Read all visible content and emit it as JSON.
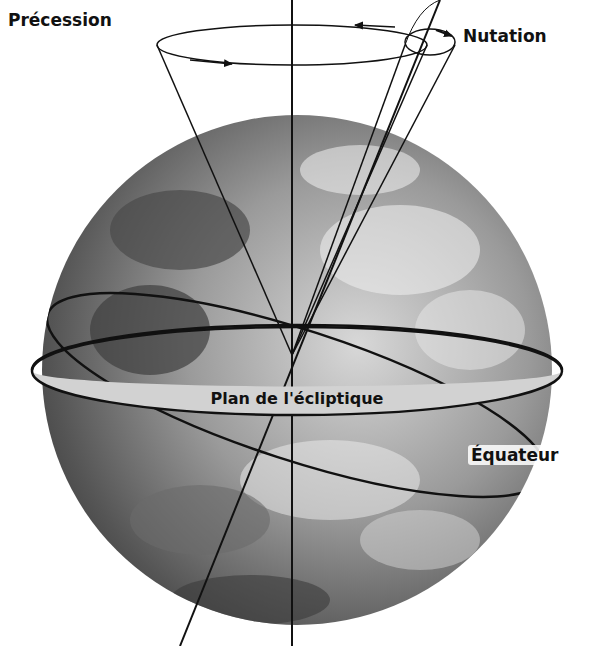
{
  "diagram": {
    "nodes": [
      {
        "text": [
          "Plan de l'écliptique"
        ]
      }
    ],
    "labels": [
      "Précession",
      "Nutation",
      "Équateur"
    ]
  }
}
